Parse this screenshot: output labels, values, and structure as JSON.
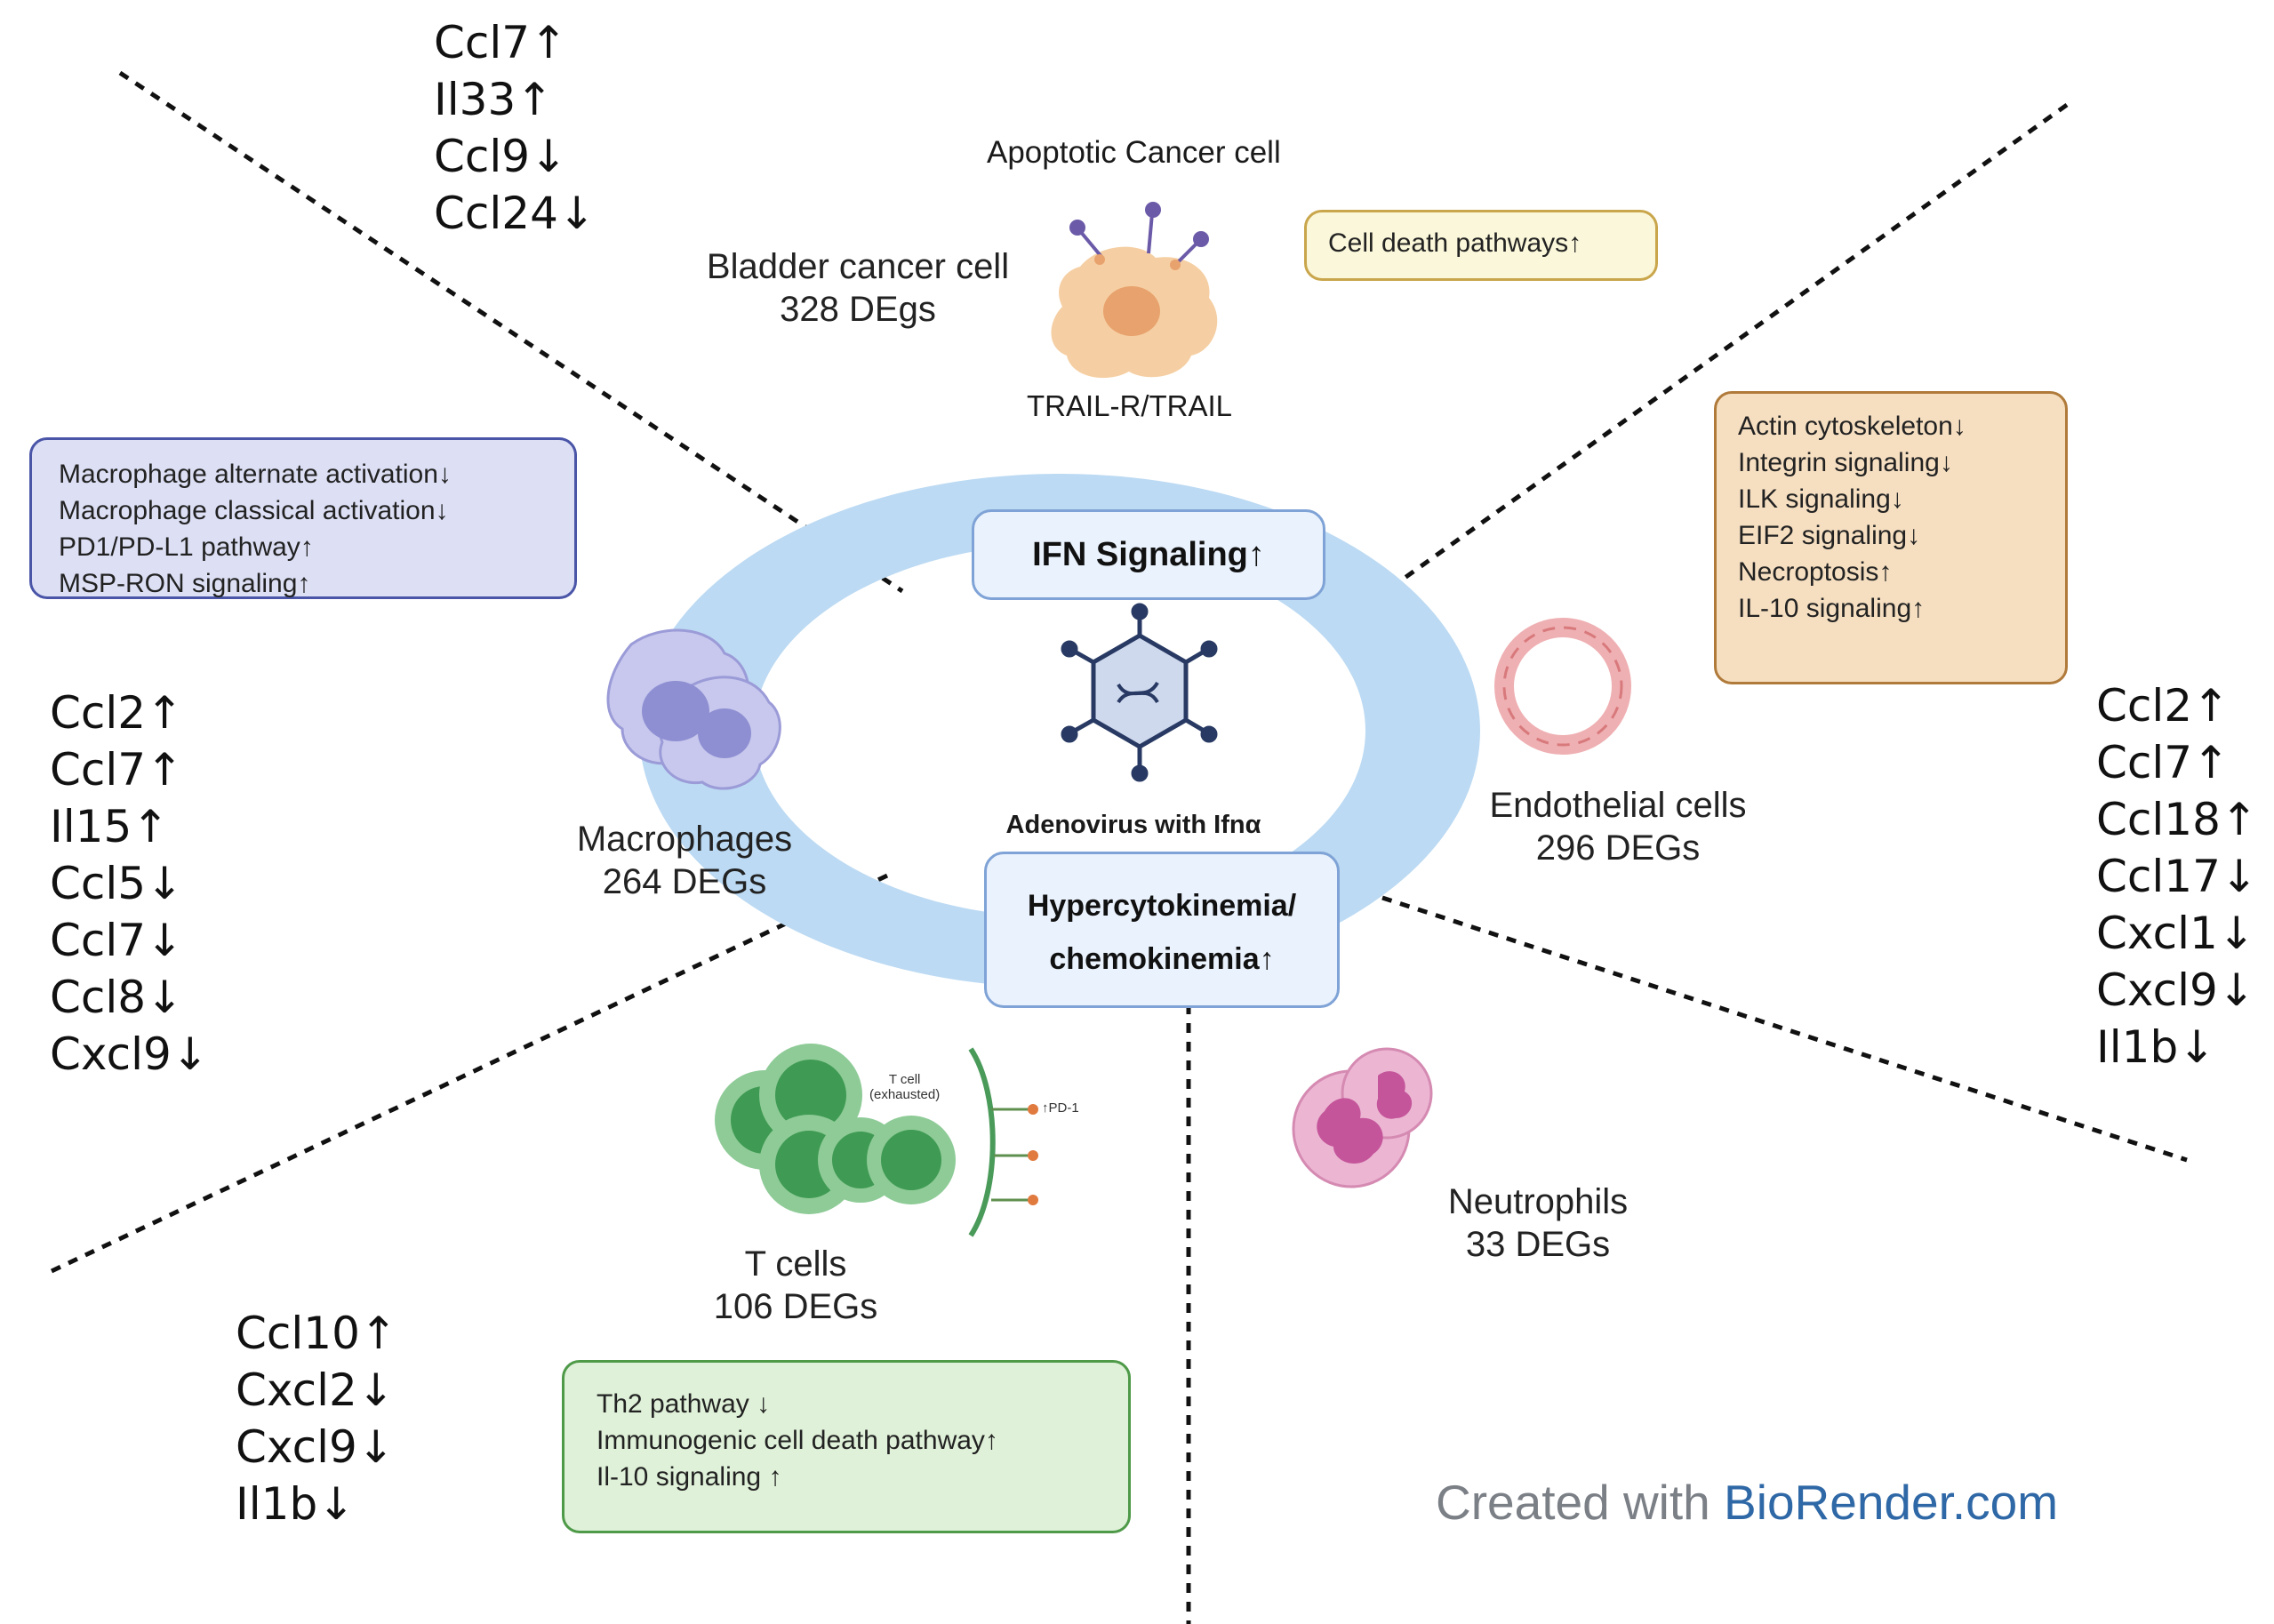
{
  "center": {
    "ifn_label": "IFN Signaling↑",
    "hyper_label_line1": "Hypercytokinemia/",
    "hyper_label_line2": "chemokinemia↑",
    "virus_label": "Adenovirus with Ifnα"
  },
  "bladder": {
    "apoptotic_label": "Apoptotic Cancer cell",
    "name": "Bladder cancer cell",
    "degs": "328 DEgs",
    "trail_label": "TRAIL-R/TRAIL",
    "pathway_box": [
      "Cell death pathways↑"
    ],
    "genes": [
      "Ccl7↑",
      "Il33↑",
      "Ccl9↓",
      "Ccl24↓"
    ]
  },
  "macrophages": {
    "name": "Macrophages",
    "degs": "264 DEGs",
    "pathway_box": [
      "Macrophage alternate activation↓",
      "Macrophage classical activation↓",
      "PD1/PD-L1 pathway↑",
      "MSP-RON signaling↑"
    ],
    "genes": [
      "Ccl2↑",
      "Ccl7↑",
      "Il15↑",
      "Ccl5↓",
      "Ccl7↓",
      "Ccl8↓",
      "Cxcl9↓"
    ]
  },
  "endothelial": {
    "name": "Endothelial cells",
    "degs": "296 DEGs",
    "pathway_box": [
      "Actin cytoskeleton↓",
      "Integrin signaling↓",
      "ILK signaling↓",
      "EIF2 signaling↓",
      "Necroptosis↑",
      "IL-10 signaling↑"
    ],
    "genes": [
      "Ccl2↑",
      "Ccl7↑",
      "Ccl18↑",
      "Ccl17↓",
      "Cxcl1↓",
      "Cxcl9↓",
      "Il1b↓"
    ]
  },
  "tcells": {
    "name": "T cells",
    "degs": "106 DEGs",
    "exhausted_label_1": "T cell",
    "exhausted_label_2": "(exhausted)",
    "pd1_label": "↑PD-1",
    "pathway_box": [
      "Th2 pathway ↓",
      "Immunogenic cell death pathway↑",
      "Il-10 signaling ↑"
    ],
    "genes": [
      "Ccl10↑",
      "Cxcl2↓",
      "Cxcl9↓",
      "Il1b↓"
    ]
  },
  "neutrophils": {
    "name": "Neutrophils",
    "degs": "33 DEGs"
  },
  "credit": {
    "prefix": "Created with",
    "brand": "BioRender.com"
  },
  "colors": {
    "ring": "#bcdaf3",
    "macrophage_box": "#dde0f5",
    "endothelial_box": "#f6dfc1",
    "cell_death_box": "#fbf7da",
    "tcell_box": "#dff1d8",
    "brand_blue": "#2f68a6"
  }
}
